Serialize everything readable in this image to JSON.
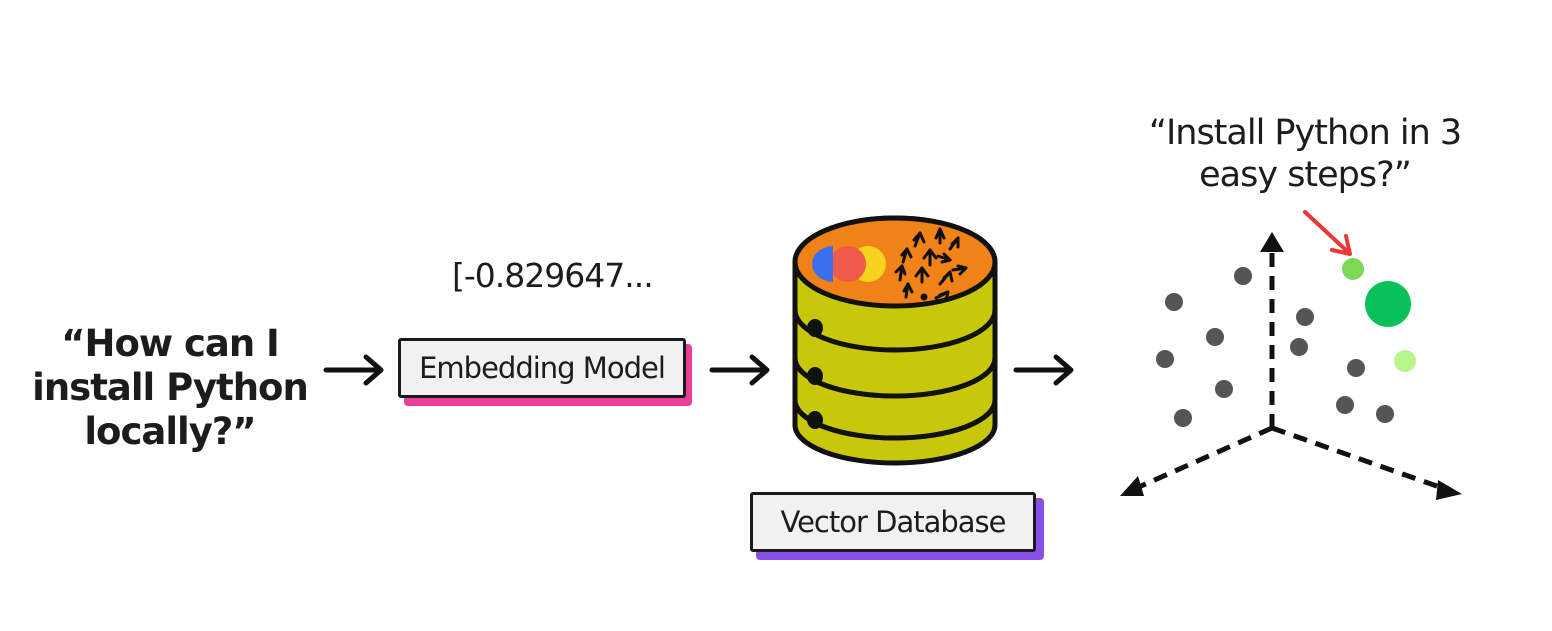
{
  "query": "“How can I install Python locally?”",
  "embedding_vector": "[-0.829647...",
  "embedding_model": {
    "label": "Embedding Model",
    "accent": "#e8409a"
  },
  "vector_database": {
    "label": "Vector Database",
    "accent": "#8a4fe8"
  },
  "result_query": "“Install Python in 3 easy steps?”",
  "colors": {
    "db_top": "#f08218",
    "db_body": "#c8c80a",
    "point_dark": "#555555",
    "point_match": "#7dd856",
    "point_match_large": "#0ac05a",
    "point_light": "#b8f58a",
    "arrow_red": "#e83838",
    "logo_blue": "#3a6ff0",
    "logo_red": "#f05a4a",
    "logo_yellow": "#f5d21e"
  }
}
